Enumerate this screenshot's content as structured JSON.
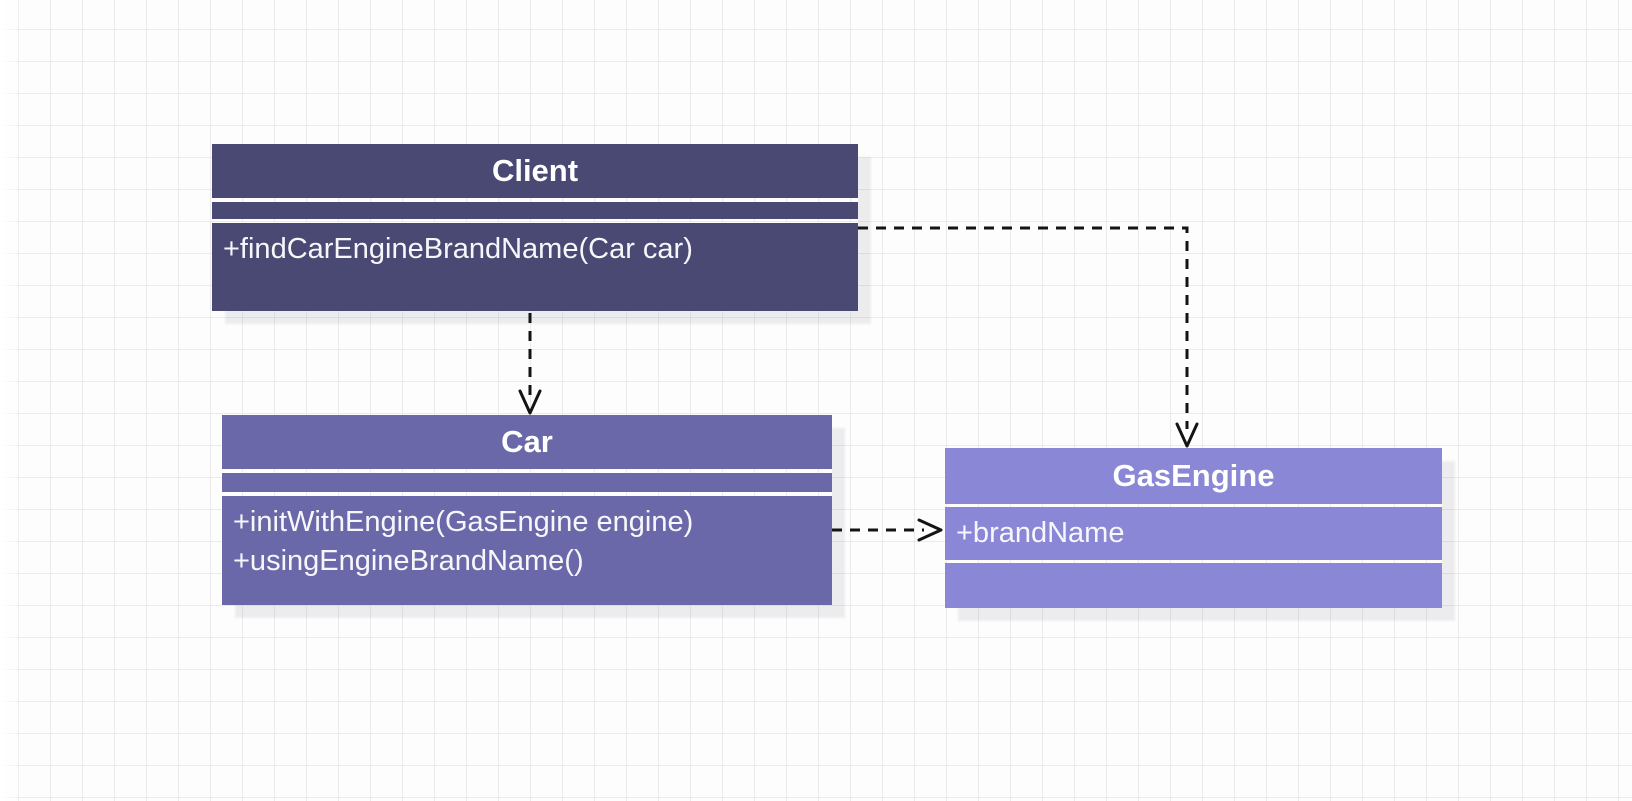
{
  "diagram": {
    "type": "uml-class-diagram",
    "classes": [
      {
        "name": "Client",
        "attributes": [],
        "methods": [
          "+findCarEngineBrandName(Car car)"
        ],
        "fill_color": "#4a4973"
      },
      {
        "name": "Car",
        "attributes": [],
        "methods": [
          "+initWithEngine(GasEngine engine)",
          "+usingEngineBrandName()"
        ],
        "fill_color": "#6a68a8"
      },
      {
        "name": "GasEngine",
        "attributes": [
          "+brandName"
        ],
        "methods": [],
        "fill_color": "#8987d6"
      }
    ],
    "relations": [
      {
        "from": "Client",
        "to": "Car",
        "style": "dashed-open-arrow"
      },
      {
        "from": "Client",
        "to": "GasEngine",
        "style": "dashed-open-arrow"
      },
      {
        "from": "Car",
        "to": "GasEngine",
        "style": "dashed-open-arrow"
      }
    ],
    "colors": {
      "arrow": "#141414",
      "background": "#fdfdfd",
      "grid_line": "#ebebee",
      "text": "#ffffff"
    }
  }
}
